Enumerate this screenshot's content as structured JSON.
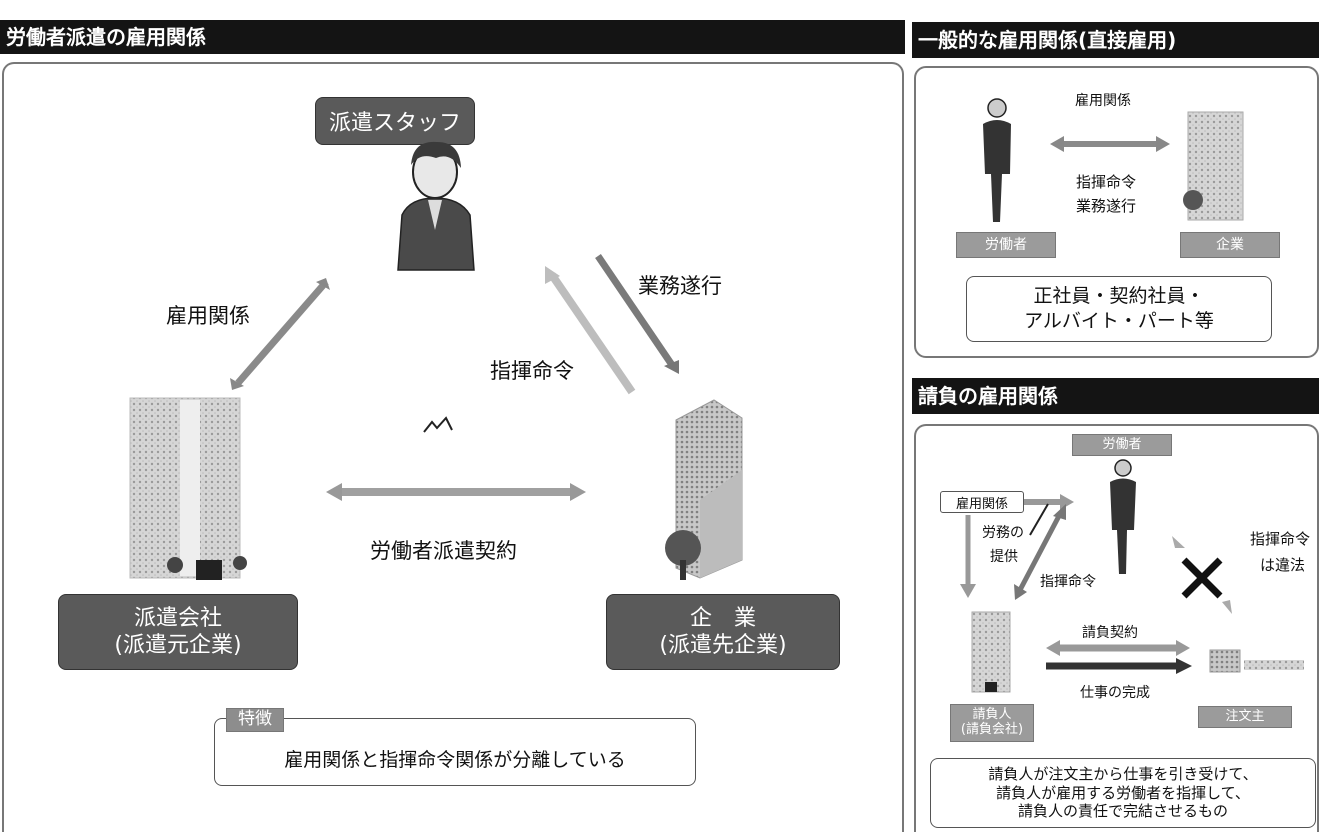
{
  "main": {
    "title": "労働者派遣の雇用関係",
    "staff_label": "派遣スタッフ",
    "employment_label": "雇用関係",
    "work_label": "業務遂行",
    "command_label": "指揮命令",
    "contract_label": "労働者派遣契約",
    "dispatch_company_line1": "派遣会社",
    "dispatch_company_line2": "(派遣元企業)",
    "client_company_line1": "企　業",
    "client_company_line2": "(派遣先企業)",
    "feature_tag": "特徴",
    "feature_text": "雇用関係と指揮命令関係が分離している"
  },
  "direct": {
    "title": "一般的な雇用関係(直接雇用)",
    "employment_label": "雇用関係",
    "command_line1": "指揮命令",
    "command_line2": "業務遂行",
    "worker_label": "労働者",
    "company_label": "企業",
    "types_line1": "正社員・契約社員・",
    "types_line2": "アルバイト・パート等"
  },
  "contract": {
    "title": "請負の雇用関係",
    "worker_label": "労働者",
    "employment_label": "雇用関係",
    "labor_line1": "労務の",
    "labor_line2": "提供",
    "command_label": "指揮命令",
    "illegal_line1": "指揮命令",
    "illegal_line2": "は違法",
    "contract_label": "請負契約",
    "completion_label": "仕事の完成",
    "contractor_line1": "請負人",
    "contractor_line2": "(請負会社)",
    "orderer_label": "注文主",
    "desc_line1": "請負人が注文主から仕事を引き受けて、",
    "desc_line2": "請負人が雇用する労働者を指揮して、",
    "desc_line3": "請負人の責任で完結させるもの"
  },
  "colors": {
    "header_bg": "#141414",
    "dark_box": "#5a5a5a",
    "grey_label": "#9b9b9b",
    "arrow": "#8a8a8a"
  }
}
